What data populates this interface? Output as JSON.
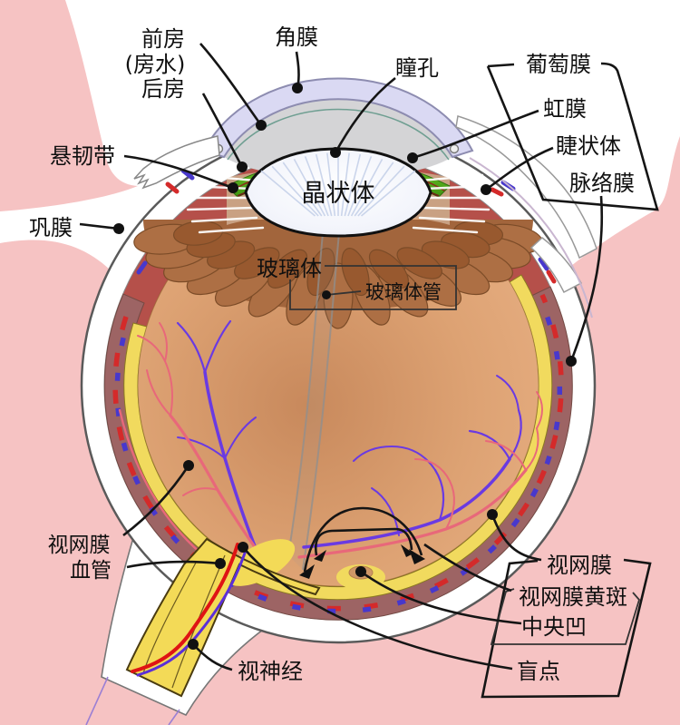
{
  "labels": {
    "anterior_chamber_line1": "前房",
    "anterior_chamber_line2": "(房水)",
    "anterior_chamber_line3": "后房",
    "cornea": "角膜",
    "pupil": "瞳孔",
    "uvea": "葡萄膜",
    "iris": "虹膜",
    "ciliary_body": "睫状体",
    "choroid": "脉络膜",
    "zonule": "悬韧带",
    "sclera": "巩膜",
    "lens": "晶状体",
    "vitreous": "玻璃体",
    "hyaloid_canal": "玻璃体管",
    "retinal_vessels_line1": "视网膜",
    "retinal_vessels_line2": "血管",
    "retina": "视网膜",
    "macula": "视网膜黄斑",
    "fovea": "中央凹",
    "blind_spot": "盲点",
    "optic_nerve": "视神经"
  },
  "colors": {
    "bg_pink": "#f6c3c3",
    "sclera_white": "#ffffff",
    "choroid_band": "#9d6464",
    "retina_yellow": "#f1da5e",
    "vitreous_orange": "#dfa173",
    "ciliary_red": "#b5504a",
    "muscle_brown": "#ad6f44",
    "iris_green": "#58b822",
    "cornea_lavender": "#dad9f3",
    "chamber_gray": "#d4d4d6",
    "lens_white": "#f7f8fc",
    "vessel_red": "#e8687a",
    "vessel_purple": "#6a3ae2",
    "dash_red": "#d42a2a",
    "dash_blue": "#4838cc",
    "nerve_yellow": "#f3da57",
    "leader_black": "#151515"
  }
}
